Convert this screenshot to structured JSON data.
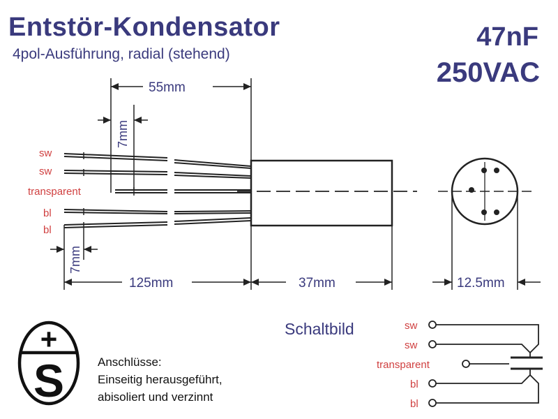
{
  "header": {
    "title": "Entstör-Kondensator",
    "subtitle": "4pol-Ausführung, radial (stehend)",
    "capacitance": "47nF",
    "voltage": "250VAC"
  },
  "drawing": {
    "wire_labels": [
      "sw",
      "sw",
      "transparent",
      "bl",
      "bl"
    ],
    "dimensions": {
      "total_length": "55mm",
      "strip_top": "7mm",
      "strip_bottom": "7mm",
      "lead_length": "125mm",
      "body_length": "37mm",
      "diameter": "12.5mm"
    }
  },
  "schematic": {
    "title": "Schaltbild",
    "pins": [
      "sw",
      "sw",
      "transparent",
      "bl",
      "bl"
    ]
  },
  "symbol": {
    "plus": "+",
    "letter": "S"
  },
  "notes": {
    "heading": "Anschlüsse:",
    "line1": "Einseitig herausgeführt,",
    "line2": "abisoliert und verzinnt"
  },
  "colors": {
    "title": "#3a3a7d",
    "wire_label": "#d04040",
    "line": "#222222"
  }
}
